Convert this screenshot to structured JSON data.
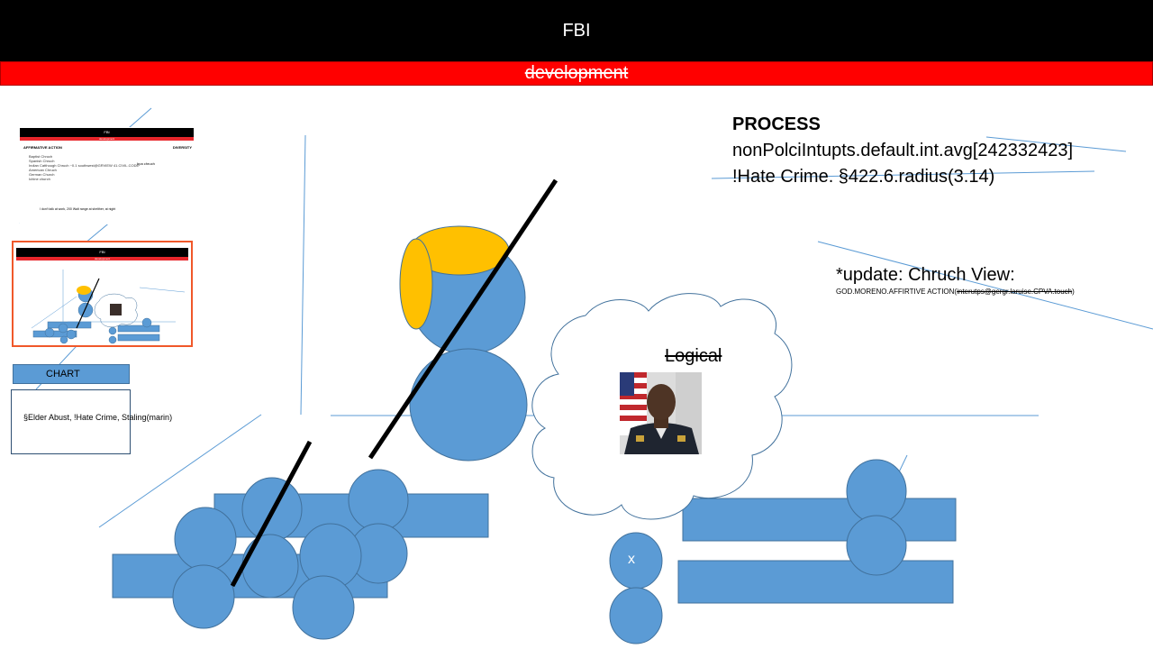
{
  "header": {
    "title": "FBI",
    "subtitle": "development"
  },
  "process": {
    "title": "PROCESS",
    "line1": "nonPolciIntupts.default.int.avg[242332423]",
    "line2": "!Hate Crime. §422.6.radius(3.14)"
  },
  "update": {
    "title": "*update: Chruch View:",
    "sub_plain": "GOD.MORENO.AFFIRTIVE ACTION(",
    "sub_strike": "interutps@gergr.laruise.CPVA.touch",
    "sub_close": ")"
  },
  "logical_label": "Logical",
  "chart_button": "CHART",
  "note": "§Elder Abust, !Hate Crime, Staling(marin)",
  "circle_label": "x",
  "thumbnail_1": {
    "title": "FBI",
    "subtitle": "development",
    "heading_left": "AFFIRMATIVE ACTION",
    "heading_right": "DIVERSITY",
    "list": [
      "Baptist Chruch",
      "Spanish Chruch",
      "Indian Catthough Chruch ~0.1 southwest@GRVIEW 41.CIVIL.CODE",
      "American Chruch",
      "German Church",
      "Ichine church"
    ],
    "middle_note": "hpa chruch",
    "footer": "I don't talk at work, 200 Walt range at shelther, at night"
  },
  "thumbnail_2": {
    "title": "FBI",
    "subtitle": "development"
  },
  "colors": {
    "blue": "#5b9bd5",
    "yellow": "#ffc000",
    "red": "#ff0000",
    "black": "#000000"
  }
}
